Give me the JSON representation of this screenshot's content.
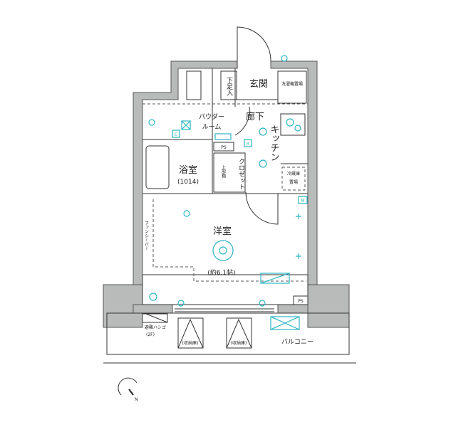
{
  "plan": {
    "rooms": {
      "entrance": "玄関",
      "shoe_storage": "下足入",
      "laundry": "洗濯機置場",
      "powder_room": [
        "パウダー",
        "ルーム"
      ],
      "hallway": "廊下",
      "kitchen": "キッチン",
      "bathroom": "浴室",
      "bathroom_size": "(1014)",
      "ps_top": "PS",
      "closet": "クロゼット",
      "upper_shelf": "上部棚",
      "fridge": [
        "冷蔵庫",
        "置場"
      ],
      "western_room": "洋室",
      "western_room_size": "(約6.1帖)",
      "fancy_bar": "ファンシーバー",
      "escape_ladder": [
        "避難ハシゴ",
        "(2F)"
      ],
      "storage_left": "(収納庫)",
      "storage_right": "(収納庫)",
      "balcony": "バルコニー",
      "ps_bottom": "PS",
      "meter": "M",
      "c_mark": "C",
      "r_mark": "R",
      "compass_n": "N"
    },
    "colors": {
      "fixture": "#2bb5c3",
      "wall": "#b9bbbb"
    }
  }
}
